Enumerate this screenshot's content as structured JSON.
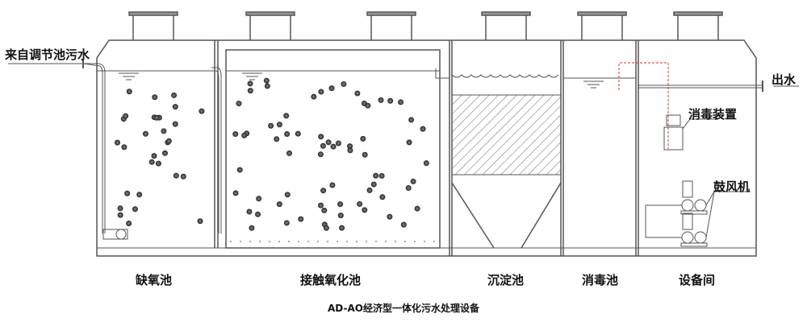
{
  "diagram": {
    "title": "AD-AO经济型一体化污水处理设备",
    "inlet_label": "来自调节池污水",
    "outlet_label": "出水",
    "equipment": {
      "disinfection_device": "消毒装置",
      "blower": "鼓风机"
    },
    "sections": [
      {
        "label": "缺氧池"
      },
      {
        "label": "接触氧化池"
      },
      {
        "label": "沉淀池"
      },
      {
        "label": "消毒池"
      },
      {
        "label": "设备间"
      }
    ],
    "colors": {
      "line": "#555555",
      "dashed_pipe": "#d0312d",
      "dots": "#333333"
    }
  }
}
